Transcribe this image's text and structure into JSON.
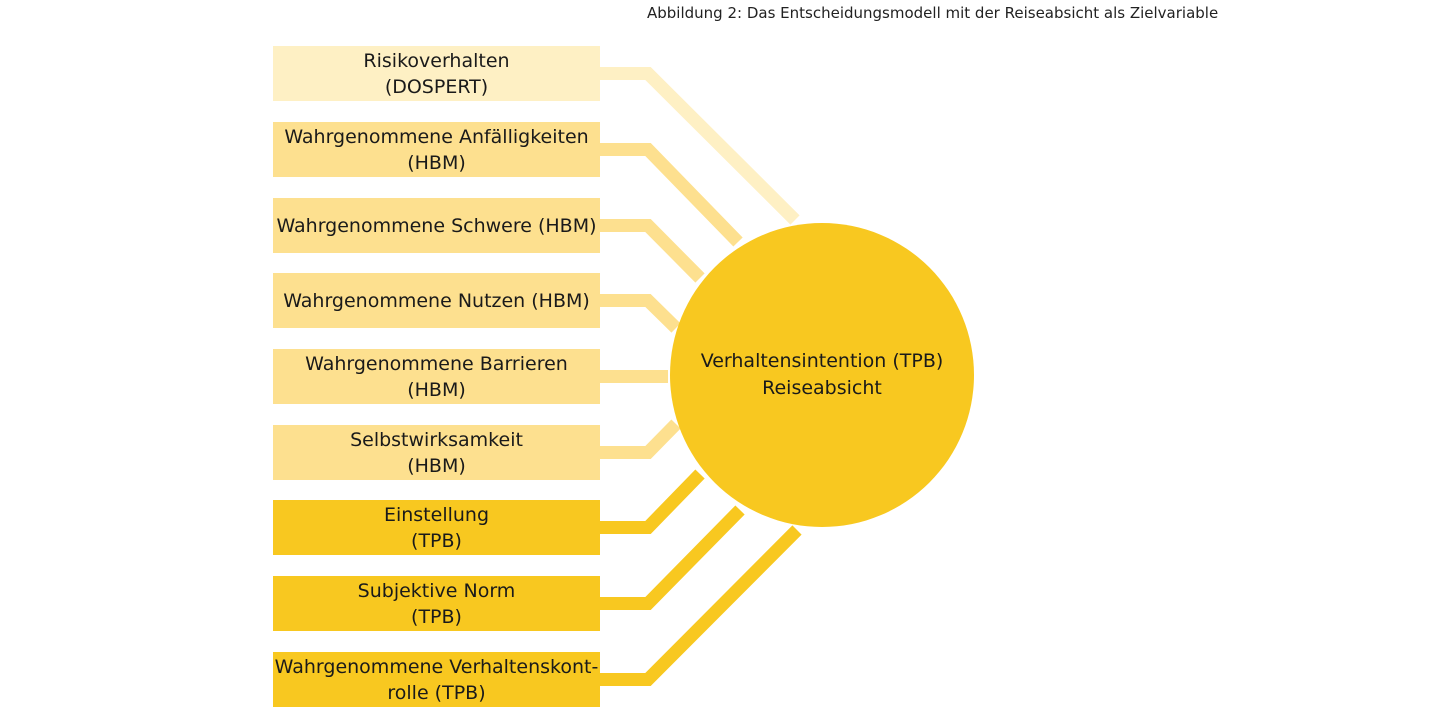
{
  "caption": "Abbildung 2: Das Entscheidungsmodell mit der Reiseabsicht als Zielvariable",
  "colors": {
    "dospert": "#FEF0C4",
    "hbm": "#FDE08F",
    "tpb": "#F8C820",
    "center": "#F8C820"
  },
  "factors": [
    {
      "line1": "Risikoverhalten",
      "line2": "(DOSPERT)",
      "group": "dospert"
    },
    {
      "line1": "Wahrgenommene Anfälligkeiten",
      "line2": "(HBM)",
      "group": "hbm"
    },
    {
      "line1": "Wahrgenommene Schwere (HBM)",
      "line2": "",
      "group": "hbm"
    },
    {
      "line1": "Wahrgenommene Nutzen (HBM)",
      "line2": "",
      "group": "hbm"
    },
    {
      "line1": "Wahrgenommene Barrieren (HBM)",
      "line2": "",
      "group": "hbm"
    },
    {
      "line1": "Selbstwirksamkeit",
      "line2": "(HBM)",
      "group": "hbm"
    },
    {
      "line1": "Einstellung",
      "line2": "(TPB)",
      "group": "tpb"
    },
    {
      "line1": "Subjektive Norm",
      "line2": "(TPB)",
      "group": "tpb"
    },
    {
      "line1": "Wahrgenommene Verhaltenskont-",
      "line2": "rolle (TPB)",
      "group": "tpb"
    }
  ],
  "target": {
    "line1": "Verhaltensintention (TPB)",
    "line2": "Reiseabsicht"
  }
}
